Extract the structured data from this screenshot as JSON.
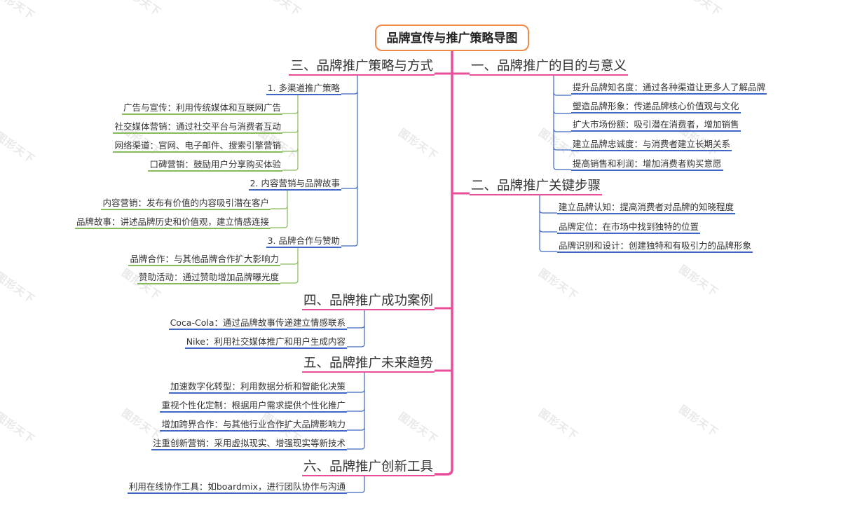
{
  "watermark": "图形天下",
  "colors": {
    "root_border": "#ef8a4a",
    "spine": "#e94e9a",
    "level2_line": "#3f68c4",
    "level3_line": "#86bb5a"
  },
  "root": {
    "title": "品牌宣传与推广策略导图"
  },
  "branches": [
    {
      "title": "一、品牌推广的目的与意义",
      "side": "right",
      "items": [
        "提升品牌知名度：通过各种渠道让更多人了解品牌",
        "塑造品牌形象：传递品牌核心价值观与文化",
        "扩大市场份额：吸引潜在消费者，增加销售",
        "建立品牌忠诚度：与消费者建立长期关系",
        "提高销售和利润：增加消费者购买意愿"
      ]
    },
    {
      "title": "二、品牌推广关键步骤",
      "side": "right",
      "items": [
        "建立品牌认知：提高消费者对品牌的知晓程度",
        "品牌定位：在市场中找到独特的位置",
        "品牌识别和设计：创建独特和有吸引力的品牌形象"
      ]
    },
    {
      "title": "三、品牌推广策略与方式",
      "side": "left",
      "groups": [
        {
          "title": "1. 多渠道推广策略",
          "items": [
            "广告与宣传：利用传统媒体和互联网广告",
            "社交媒体营销：通过社交平台与消费者互动",
            "网络渠道：官网、电子邮件、搜索引擎营销",
            "口碑营销：鼓励用户分享购买体验"
          ]
        },
        {
          "title": "2. 内容营销与品牌故事",
          "items": [
            "内容营销：发布有价值的内容吸引潜在客户",
            "品牌故事：讲述品牌历史和价值观，建立情感连接"
          ]
        },
        {
          "title": "3. 品牌合作与赞助",
          "items": [
            "品牌合作：与其他品牌合作扩大影响力",
            "赞助活动：通过赞助增加品牌曝光度"
          ]
        }
      ]
    },
    {
      "title": "四、品牌推广成功案例",
      "side": "left",
      "items": [
        "Coca-Cola：通过品牌故事传递建立情感联系",
        "Nike：利用社交媒体推广和用户生成内容"
      ]
    },
    {
      "title": "五、品牌推广未来趋势",
      "side": "left",
      "items": [
        "加速数字化转型：利用数据分析和智能化决策",
        "重视个性化定制：根据用户需求提供个性化推广",
        "增加跨界合作：与其他行业合作扩大品牌影响力",
        "注重创新营销：采用虚拟现实、增强现实等新技术"
      ]
    },
    {
      "title": "六、品牌推广创新工具",
      "side": "left",
      "items": [
        "利用在线协作工具：如boardmix，进行团队协作与沟通"
      ]
    }
  ]
}
